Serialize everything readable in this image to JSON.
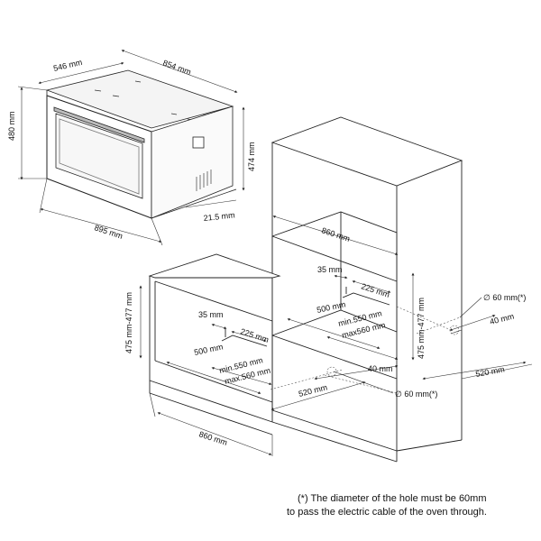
{
  "dimensions": {
    "oven_depth": "546 mm",
    "oven_width": "854 mm",
    "oven_height": "480 mm",
    "oven_body_height": "474 mm",
    "front_offset": "21.5 mm",
    "front_width": "895 mm",
    "niche_width_tall": "860 mm",
    "niche_width_base": "860 mm",
    "tall_35": "35 mm",
    "tall_225": "225 mm",
    "tall_500": "500 mm",
    "tall_min550": "min.550 mm",
    "tall_max560": "max560 mm",
    "tall_height_range": "475 mm-477 mm",
    "tall_40": "40 mm",
    "tall_520": "520 mm",
    "tall_hole": "∅ 60 mm(*)",
    "base_height_range": "475 mm-477 mm",
    "base_35": "35 mm",
    "base_225": "225 mm",
    "base_500": "500 mm",
    "base_min550": "min.550 mm",
    "base_max560": "max.560 mm",
    "base_40": "40 mm",
    "base_520": "520 mm",
    "base_hole": "∅ 60 mm(*)"
  },
  "footnote": {
    "line1": "(*) The diameter of the hole must be 60mm",
    "line2": "to pass the electric cable of the oven through."
  }
}
